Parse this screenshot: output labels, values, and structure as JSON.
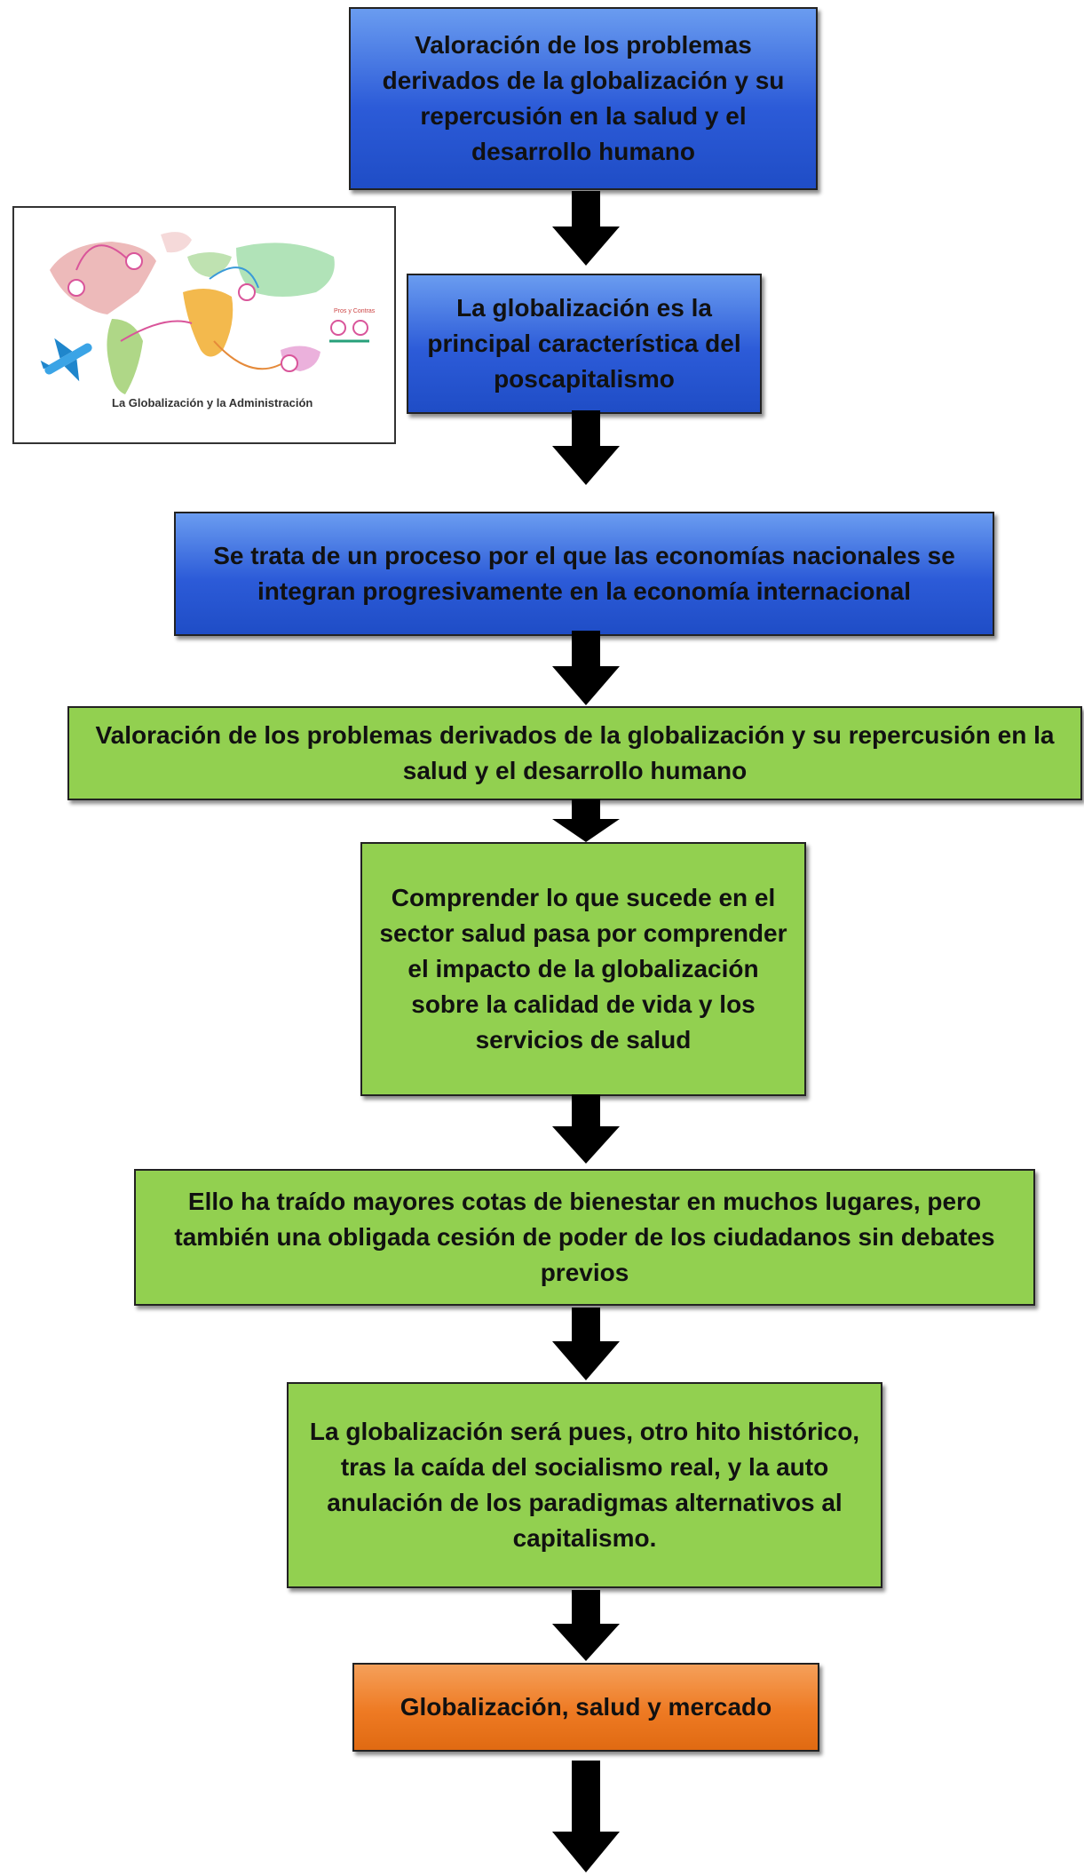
{
  "boxes": [
    {
      "id": "b1",
      "text": "Valoración de los problemas derivados de la globalización y su repercusión en la salud y el desarrollo humano",
      "color": "#2c5bd8"
    },
    {
      "id": "b2",
      "text": "La globalización es la principal característica del poscapitalismo",
      "color": "#2c5bd8"
    },
    {
      "id": "b3",
      "text": "Se trata de un proceso por el que las economías nacionales se integran progresivamente en la economía internacional",
      "color": "#2c5bd8"
    },
    {
      "id": "b4",
      "text": "Valoración de los problemas derivados de la globalización y su repercusión en la salud y el desarrollo humano",
      "color": "#92d050"
    },
    {
      "id": "b5",
      "text": "Comprender lo que sucede en el sector salud pasa por comprender el impacto de la globalización sobre la calidad de vida y los servicios de salud",
      "color": "#92d050"
    },
    {
      "id": "b6",
      "text": "Ello ha traído mayores cotas de bienestar en muchos lugares, pero también una obligada cesión de poder de los ciudadanos sin debates previos",
      "color": "#92d050"
    },
    {
      "id": "b7",
      "text": "La globalización será pues, otro hito histórico, tras la caída del socialismo real, y la auto anulación de los paradigmas alternativos al capitalismo.",
      "color": "#92d050"
    },
    {
      "id": "b8",
      "text": "Globalización, salud y mercado",
      "color": "#ee7a23"
    }
  ],
  "thumbnail": {
    "caption": "La Globalización y la Administración",
    "small_label": "Pros y Contras",
    "icons": [
      "world-map-icon",
      "airplane-icon"
    ]
  }
}
